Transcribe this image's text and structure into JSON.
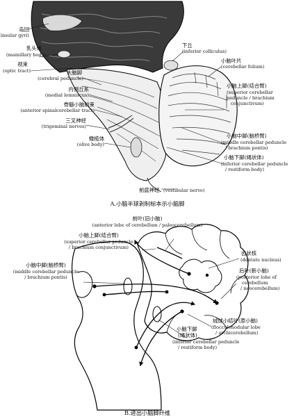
{
  "panelA": {
    "caption": "A.小脑半球剥制标本示小脑脚",
    "labels": {
      "insular_zh": "岛回",
      "insular_en": "(insular gyri)",
      "mamillary_zh": "乳头体",
      "mamillary_en": "(mamillary body)",
      "optic_zh": "视束",
      "optic_en": "(optic tract)",
      "cerebral_ped_zh": "大脑脚",
      "cerebral_ped_en": "(cerebral peduncle)",
      "medial_lem_zh": "内侧丘系",
      "medial_lem_en": "(medial lemniscus)",
      "ant_spinocer_zh": "脊髓小脑前束",
      "ant_spinocer_en": "(anterior spinalcerebellar tract)",
      "trigeminal_zh": "三叉神经",
      "trigeminal_en": "(trigeminal nerves)",
      "olive_zh": "橄榄体",
      "olive_en": "(olive body)",
      "inf_coll_zh": "下丘",
      "inf_coll_en": "(inferior colliculus)",
      "folium_zh": "小脑叶片",
      "folium_en": "(cerebellar folium)",
      "sup_ped_zh": "小脑上脚(结合臂)",
      "sup_ped_en1": "(superior cerebellar",
      "sup_ped_en2": "peduncle / brachium",
      "sup_ped_en3": "conjunctivum)",
      "mid_ped_zh": "小脑中脚(脑桥臂)",
      "mid_ped_en1": "(middle cerebellar peduncle",
      "mid_ped_en2": "/ brachium pontis)",
      "inf_ped_zh": "小脑下脚(绳状体)",
      "inf_ped_en1": "(inferior cerebellar peduncle",
      "inf_ped_en2": "/ restiform body)",
      "vestibular_zh": "前庭神经",
      "vestibular_en": "(vestibular nerve)"
    }
  },
  "panelB": {
    "caption": "B.进出小脑脚纤维",
    "labels": {
      "anterior_zh": "前叶(旧小脑)",
      "anterior_en": "(anterior lobe of cerebellum / paleocerebellum)",
      "sup_ped_zh": "小脑上脚(结合臂)",
      "sup_ped_en1": "(superior cerebellar peduncle",
      "sup_ped_en2": "/ brachium conjunctivum)",
      "dentate_zh": "齿状核",
      "dentate_en": "(dentate nucleus)",
      "mid_ped_zh": "小脑中脚(脑桥臂)",
      "mid_ped_en1": "(middle cerebellar peduncle",
      "mid_ped_en2": "/ brachium pontis)",
      "posterior_zh": "后叶(新小脑)",
      "posterior_en1": "(posterior lobe of",
      "posterior_en2": "cerebellum",
      "posterior_en3": "/ neocerebellum)",
      "floc_zh": "绒球小结叶(原小脑)",
      "floc_en1": "(flocculonodular lobe",
      "floc_en2": "/ archicerebellum)",
      "inf_ped_zh": "小脑下脚",
      "inf_ped_zh2": "(绳状体)",
      "inf_ped_en1": "(inferior cerebellar peduncle",
      "inf_ped_en2": "/ restiform body)"
    }
  }
}
